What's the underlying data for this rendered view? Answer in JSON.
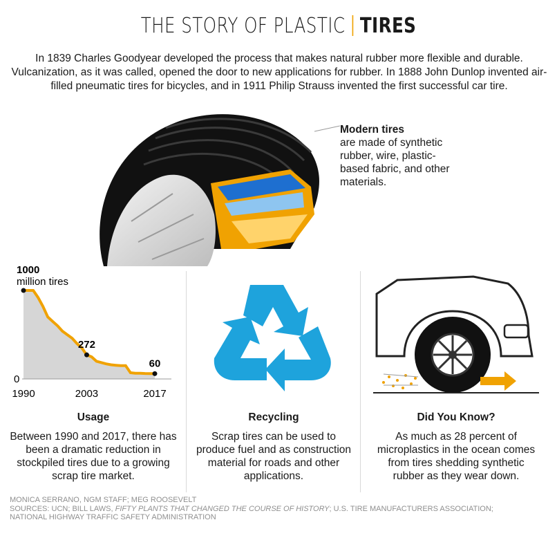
{
  "header": {
    "title_light": "THE STORY OF PLASTIC",
    "title_bold": "TIRES"
  },
  "intro": "In 1839 Charles Goodyear developed the process that makes natural rubber more flexible and durable. Vulcanization, as it was called, opened the door to new applications for rubber. In 1888 John Dunlop invented air-filled pneumatic tires for bicycles, and in 1911 Philip Strauss invented the first successful car tire.",
  "callout": {
    "heading": "Modern tires",
    "text": "are made of synthetic rubber, wire, plastic-based fabric, and other materials."
  },
  "usage": {
    "title": "Usage",
    "text": "Between 1990 and 2017, there has been a dramatic reduction in stockpiled tires due to a growing scrap tire market."
  },
  "recycling": {
    "title": "Recycling",
    "text": "Scrap tires can be used to produce fuel and as construction material for roads and other applications."
  },
  "did_you_know": {
    "title": "Did You Know?",
    "text": "As much as 28 percent of microplastics in the ocean comes from tires shedding synthetic rubber as they wear down."
  },
  "credits": {
    "line1": "MONICA SERRANO, NGM STAFF; MEG ROOSEVELT",
    "line2_pre": "SOURCES: UCN; BILL LAWS, ",
    "line2_italic": "FIFTY PLANTS THAT CHANGED THE COURSE OF HISTORY",
    "line2_post": "; U.S. TIRE MANUFACTURERS ASSOCIATION;",
    "line3": "NATIONAL HIGHWAY TRAFFIC SAFETY ADMINISTRATION"
  },
  "colors": {
    "accent": "#f0a202",
    "recycle_blue": "#1ea3dc",
    "area_fill": "#d6d6d6"
  },
  "chart_data": {
    "type": "area",
    "title": "",
    "ylabel": "million tires",
    "x": [
      1990,
      1991,
      1992,
      1993,
      1994,
      1995,
      1996,
      1997,
      1998,
      1999,
      2000,
      2001,
      2002,
      2003,
      2004,
      2005,
      2006,
      2007,
      2008,
      2009,
      2010,
      2011,
      2012,
      2013,
      2014,
      2015,
      2016,
      2017
    ],
    "values": [
      1000,
      1000,
      1000,
      920,
      820,
      700,
      650,
      600,
      540,
      500,
      460,
      400,
      350,
      272,
      250,
      200,
      185,
      170,
      160,
      155,
      150,
      150,
      70,
      65,
      65,
      62,
      61,
      60
    ],
    "xticks": [
      "1990",
      "2003",
      "2017"
    ],
    "yticks": [
      "0"
    ],
    "top_label": "1000",
    "labeled_points": [
      {
        "x": 1990,
        "value": 1000,
        "label": "1000"
      },
      {
        "x": 2003,
        "value": 272,
        "label": "272"
      },
      {
        "x": 2017,
        "value": 60,
        "label": "60"
      }
    ],
    "ylim": [
      0,
      1000
    ],
    "grid": false
  }
}
